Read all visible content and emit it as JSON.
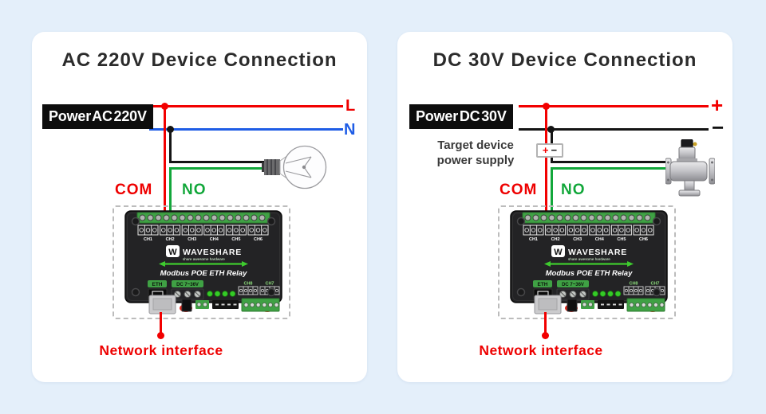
{
  "background": "#e4effa",
  "colors": {
    "wire_red": "#f20000",
    "wire_blue": "#1f5de6",
    "wire_green": "#12a73a",
    "wire_black": "#141414",
    "label_red_text": "#ee0000",
    "note_gray": "#3a3a3a"
  },
  "panels": [
    {
      "title": "AC 220V Device Connection",
      "power_label": "Power AC 220V",
      "wire_top_label": "L",
      "wire_bottom_label": "N",
      "com_label": "COM",
      "no_label": "NO",
      "network_label": "Network interface",
      "load": "incandescent-bulb"
    },
    {
      "title": "DC 30V Device Connection",
      "power_label": "Power DC 30V",
      "wire_top_label": "+",
      "wire_bottom_label": "−",
      "target_note_line1": "Target device",
      "target_note_line2": "power supply",
      "supply_plus": "+",
      "supply_minus": "−",
      "com_label": "COM",
      "no_label": "NO",
      "network_label": "Network interface",
      "load": "solenoid-valve"
    }
  ],
  "device": {
    "brand_mark": "W",
    "brand": "WAVESHARE",
    "tagline": "share awesome hardware",
    "model": "Modbus POE ETH Relay",
    "eth_label": "ETH",
    "power_input_label": "DC 7~36V",
    "channels_top": [
      "CH1",
      "CH2",
      "CH3",
      "CH4",
      "CH5",
      "CH6"
    ],
    "channels_bottom": [
      "CH8",
      "CH7"
    ]
  }
}
